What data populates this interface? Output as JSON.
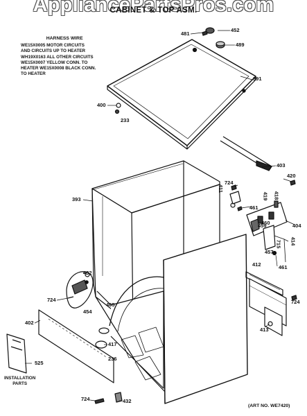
{
  "watermark": "AppliancePartsPros.com",
  "header": {
    "title": "CABINET & TOP ASM.",
    "subtitle": "CABINET & TOP ASM."
  },
  "harness": {
    "heading": "HARNESS WIRE",
    "lines": [
      "WE15X0005 MOTOR CIRCUITS",
      "AND CIRCUITS UP TO HEATER",
      "WH19X0163 ALL OTHER CIRCUITS",
      "WE15X0007 YELLOW CONN. TO",
      "HEATER WE15X0008 BLACK CONN.",
      "TO HEATER"
    ]
  },
  "callouts": {
    "c481": "481",
    "c452": "452",
    "c489": "489",
    "c391": "391",
    "c400": "400",
    "c233": "233",
    "c403": "403",
    "c420": "420",
    "c393": "393",
    "c724a": "724",
    "c411": "411",
    "c461a": "461",
    "c419": "419",
    "c418": "418",
    "c404": "404",
    "c460": "460",
    "c459": "459",
    "c715": "715",
    "c414": "414",
    "c457": "457",
    "c461b": "461",
    "c432a": "432",
    "c412": "412",
    "c724b": "724",
    "c454": "454",
    "c405": "405",
    "c724c": "724",
    "c402": "402",
    "c413": "413",
    "c417": "417",
    "c236": "236",
    "c525": "525",
    "c724d": "724",
    "c432b": "432"
  },
  "installation": {
    "line1": "INSTALLATION",
    "line2": "PARTS"
  },
  "art_number": "(ART NO. WE7420)"
}
